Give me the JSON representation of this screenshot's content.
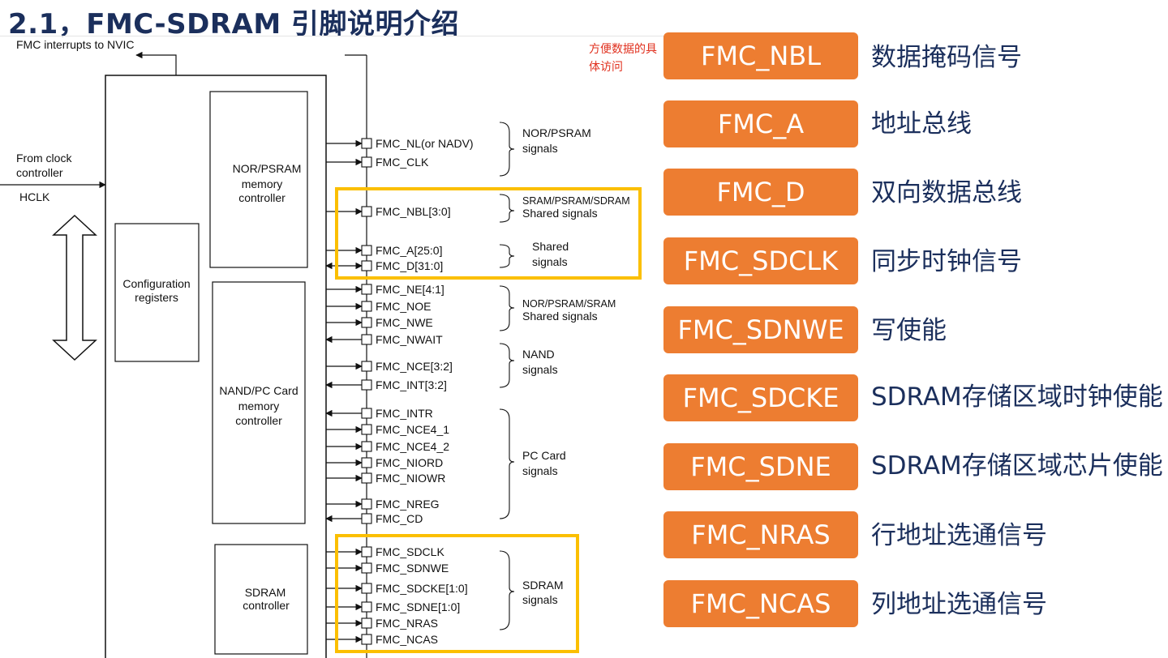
{
  "page": {
    "title": "2.1，FMC-SDRAM 引脚说明介绍"
  },
  "note": "方便数据的具体访问",
  "colors": {
    "badge": "#ed7d31",
    "highlight": "#fbbf00",
    "title": "#1b2f5c",
    "note": "#e0301e"
  },
  "diagram": {
    "top_label": "FMC interrupts to NVIC",
    "clock_label_1": "From clock",
    "clock_label_2": "controller",
    "hclk": "HCLK",
    "blocks": {
      "nor_1": "NOR/PSRAM",
      "nor_2": "memory",
      "nor_3": "controller",
      "config_1": "Configuration",
      "config_2": "registers",
      "nand_1": "NAND/PC Card",
      "nand_2": "memory",
      "nand_3": "controller",
      "sdram_1": "SDRAM",
      "sdram_2": "controller"
    },
    "pins": [
      "FMC_NL(or NADV)",
      "FMC_CLK",
      "FMC_NBL[3:0]",
      "FMC_A[25:0]",
      "FMC_D[31:0]",
      "FMC_NE[4:1]",
      "FMC_NOE",
      "FMC_NWE",
      "FMC_NWAIT",
      "FMC_NCE[3:2]",
      "FMC_INT[3:2]",
      "FMC_INTR",
      "FMC_NCE4_1",
      "FMC_NCE4_2",
      "FMC_NIORD",
      "FMC_NIOWR",
      "FMC_NREG",
      "FMC_CD",
      "FMC_SDCLK",
      "FMC_SDNWE",
      "FMC_SDCKE[1:0]",
      "FMC_SDNE[1:0]",
      "FMC_NRAS",
      "FMC_NCAS"
    ],
    "groups": {
      "nor_1": "NOR/PSRAM",
      "nor_2": "signals",
      "sram_1": "SRAM/PSRAM/SDRAM",
      "sram_2": "Shared signals",
      "shared_1": "Shared",
      "shared_2": "signals",
      "norsram_1": "NOR/PSRAM/SRAM",
      "norsram_2": "Shared signals",
      "nand_1": "NAND",
      "nand_2": "signals",
      "pc_1": "PC Card",
      "pc_2": "signals",
      "sdram_1": "SDRAM",
      "sdram_2": "signals"
    }
  },
  "signals": [
    {
      "name": "FMC_NBL",
      "desc": "数据掩码信号"
    },
    {
      "name": "FMC_A",
      "desc": "地址总线"
    },
    {
      "name": "FMC_D",
      "desc": "双向数据总线"
    },
    {
      "name": "FMC_SDCLK",
      "desc": "同步时钟信号"
    },
    {
      "name": "FMC_SDNWE",
      "desc": "写使能"
    },
    {
      "name": "FMC_SDCKE",
      "desc": "SDRAM存储区域时钟使能"
    },
    {
      "name": "FMC_SDNE",
      "desc": "SDRAM存储区域芯片使能"
    },
    {
      "name": "FMC_NRAS",
      "desc": "行地址选通信号"
    },
    {
      "name": "FMC_NCAS",
      "desc": "列地址选通信号"
    }
  ]
}
